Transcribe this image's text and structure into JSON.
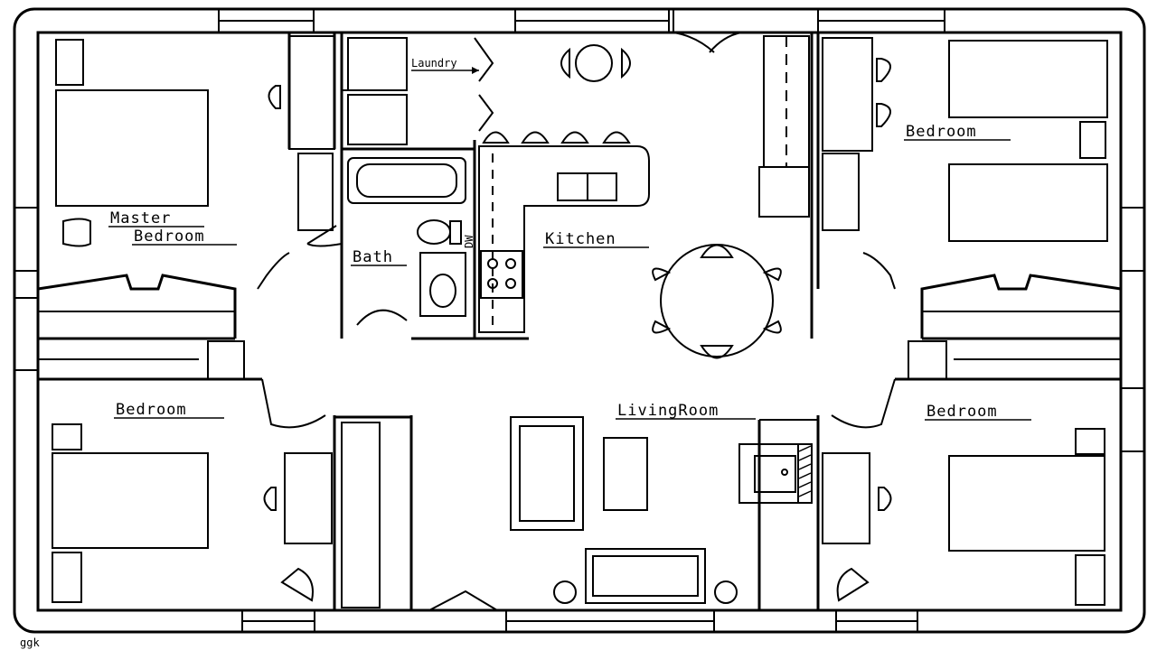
{
  "rooms": {
    "laundry": "Laundry",
    "master_line1": "Master",
    "master_line2": "Bedroom",
    "bath": "Bath",
    "kitchen": "Kitchen",
    "bedroom_ne": "Bedroom",
    "bedroom_sw": "Bedroom",
    "living_room": "LivingRoom",
    "bedroom_se": "Bedroom"
  },
  "annotations": {
    "small_mark": "DW",
    "signature": "ggk"
  }
}
